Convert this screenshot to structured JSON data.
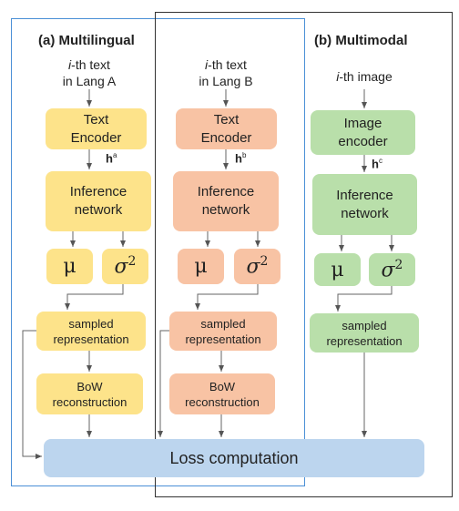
{
  "sections": {
    "multilingual_title": "(a) Multilingual",
    "multimodal_title": "(b) Multimodal"
  },
  "inputs": {
    "a": {
      "italic": "i",
      "rest": "-th text",
      "line2": "in Lang A"
    },
    "b": {
      "italic": "i",
      "rest": "-th text",
      "line2": "in Lang B"
    },
    "c": {
      "italic": "i",
      "rest": "-th image"
    }
  },
  "encoders": {
    "a": {
      "line1": "Text",
      "line2": "Encoder"
    },
    "b": {
      "line1": "Text",
      "line2": "Encoder"
    },
    "c": {
      "line1": "Image",
      "line2": "encoder"
    }
  },
  "hidden": {
    "a": {
      "h": "h",
      "sup": "a"
    },
    "b": {
      "h": "h",
      "sup": "b"
    },
    "c": {
      "h": "h",
      "sup": "c"
    }
  },
  "inference": {
    "line1": "Inference",
    "line2": "network"
  },
  "params": {
    "mu": "μ",
    "sigma": "σ",
    "sigma_exp": "2"
  },
  "sampled": {
    "line1": "sampled",
    "line2": "representation"
  },
  "bow": {
    "line1": "BoW",
    "line2": "reconstruction"
  },
  "loss": "Loss computation",
  "colors": {
    "yellow": "#fde38a",
    "salmon": "#f8c3a4",
    "green": "#b9dfaa",
    "loss_blue": "#bcd5ee",
    "frame_blue": "#4a8fd6",
    "frame_black": "#333333"
  }
}
